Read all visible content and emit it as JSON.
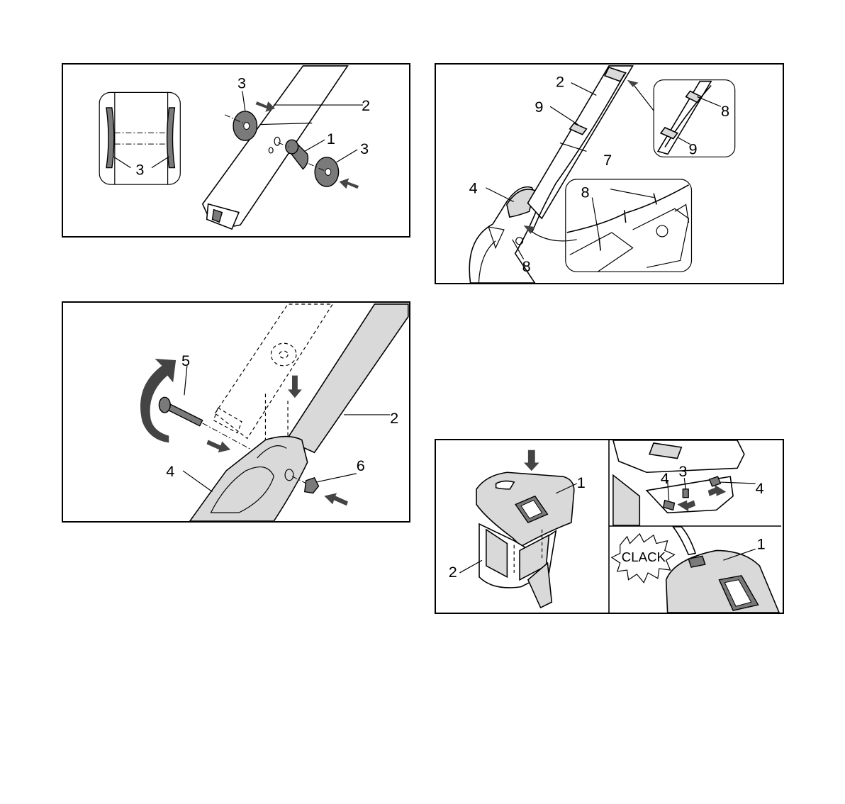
{
  "figures": {
    "fig1": {
      "callouts": {
        "a": "3",
        "b": "2",
        "c": "1",
        "d": "3",
        "e": "3"
      }
    },
    "fig2": {
      "callouts": {
        "a": "2",
        "b": "9",
        "c": "8",
        "d": "9",
        "e": "7",
        "f": "4",
        "g": "8",
        "h": "8"
      }
    },
    "fig3": {
      "callouts": {
        "a": "5",
        "b": "2",
        "c": "4",
        "d": "6"
      }
    },
    "fig4": {
      "callouts": {
        "a": "1",
        "b": "2"
      }
    },
    "fig5": {
      "callouts": {
        "a": "4",
        "b": "3",
        "c": "4"
      }
    },
    "fig6": {
      "callouts": {
        "a": "1"
      },
      "sound_text": "CLACK"
    }
  },
  "colors": {
    "border": "#000000",
    "part_fill": "#d9d9d9",
    "dark_part": "#7a7a7a"
  }
}
